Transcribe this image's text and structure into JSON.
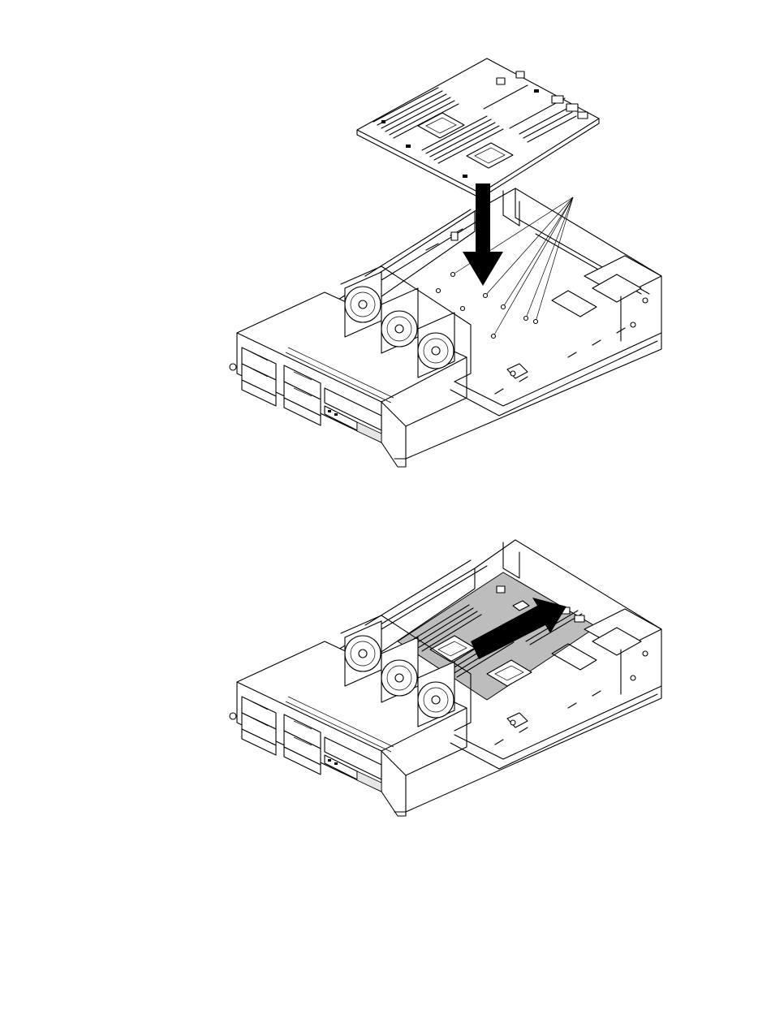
{
  "figures": [
    {
      "id": "figure-1",
      "step": "lower-system-board-onto-standoffs"
    },
    {
      "id": "figure-2",
      "step": "slide-system-board-toward-rear"
    }
  ],
  "colors": {
    "line": "#000000",
    "board_shade": "#bdbdbd",
    "background": "#ffffff"
  },
  "icons": [
    "down-arrow-icon",
    "right-arrow-icon"
  ]
}
